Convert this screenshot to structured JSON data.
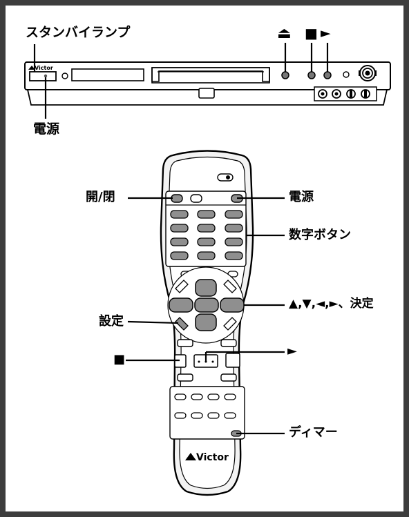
{
  "labels": {
    "standby_lamp": "スタンバイランプ",
    "power_player": "電源",
    "open_close": "開/閉",
    "power_remote": "電源",
    "number_buttons": "数字ボタン",
    "cursor_enter": "▲,▼,◄,►、決定",
    "setup": "設定",
    "stop": "■",
    "play": "►",
    "dimmer": "ディマー"
  },
  "player_symbols": {
    "eject": "⏏",
    "stop": "■",
    "play": "►"
  },
  "brand": {
    "player_logo": "Victor",
    "remote_logo": "Victor"
  },
  "colors": {
    "border": "#3d3d3d",
    "button_gray": "#8f8f8f",
    "body_light": "#f4f4f4",
    "line": "#000000"
  }
}
